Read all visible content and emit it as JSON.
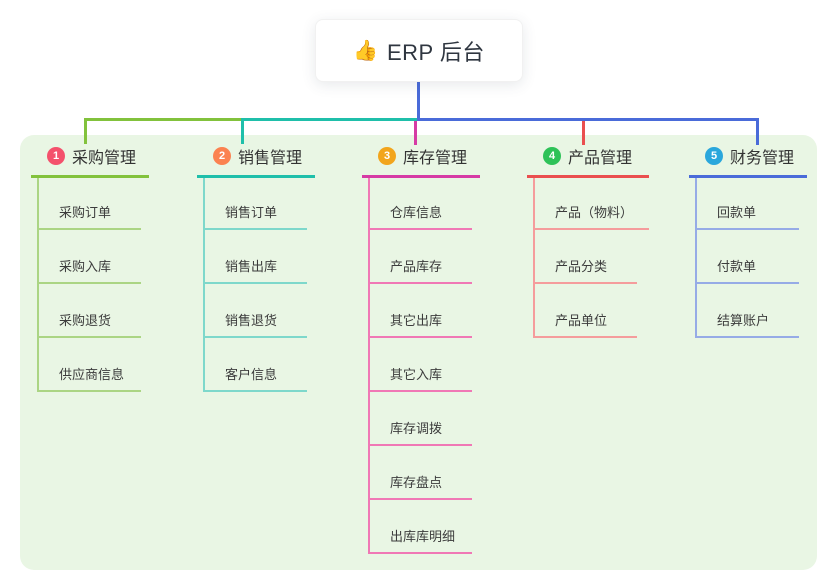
{
  "root": {
    "emoji": "👍",
    "icon": "thumbs-up-icon",
    "label": "ERP 后台",
    "text_color": "#2f3640",
    "connector_color": "#4a6bd9"
  },
  "background_color": "#e9f6e4",
  "branches": [
    {
      "num": "1",
      "label": "采购管理",
      "color": "#82c23c",
      "light_color": "#abd584",
      "badge_color": "#f4516c",
      "children": [
        "采购订单",
        "采购入库",
        "采购退货",
        "供应商信息"
      ]
    },
    {
      "num": "2",
      "label": "销售管理",
      "color": "#1fbfaa",
      "light_color": "#7ed8cb",
      "badge_color": "#fb8250",
      "children": [
        "销售订单",
        "销售出库",
        "销售退货",
        "客户信息"
      ]
    },
    {
      "num": "3",
      "label": "库存管理",
      "color": "#d63ba5",
      "light_color": "#f078b5",
      "badge_color": "#f2a51c",
      "children": [
        "仓库信息",
        "产品库存",
        "其它出库",
        "其它入库",
        "库存调拨",
        "库存盘点",
        "出库库明细"
      ]
    },
    {
      "num": "4",
      "label": "产品管理",
      "color": "#ea4f4f",
      "light_color": "#f59c9c",
      "badge_color": "#2ec258",
      "children": [
        "产品（物料）",
        "产品分类",
        "产品单位"
      ]
    },
    {
      "num": "5",
      "label": "财务管理",
      "color": "#4a6bd9",
      "light_color": "#96abe6",
      "badge_color": "#2aa7dc",
      "children": [
        "回款单",
        "付款单",
        "结算账户"
      ]
    }
  ]
}
